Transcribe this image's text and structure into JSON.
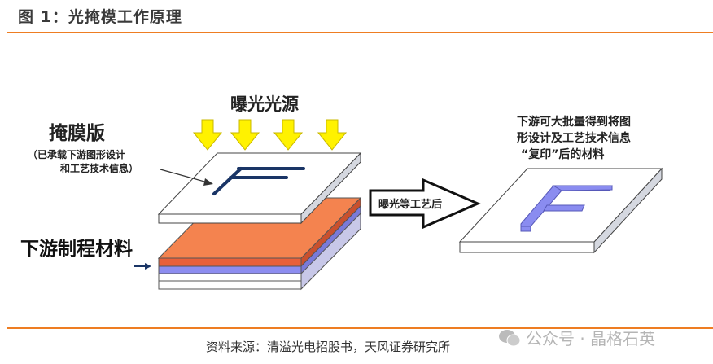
{
  "title": "图 1：光掩模工作原理",
  "diagram": {
    "light_source": "曝光光源",
    "mask_label": "掩膜版",
    "mask_note_line1": "（已承载下游图形设计",
    "mask_note_line2": "和工艺技术信息）",
    "material_label": "下游制程材料",
    "process_arrow": "曝光等工艺后",
    "result_line1": "下游可大批量得到将图",
    "result_line2": "形设计及工艺技术信息",
    "result_line3": "“复印”后的材料",
    "colors": {
      "arrow_yellow": "#fff200",
      "orange_layer": "#f47c4f",
      "blue_layer": "#8d8df0",
      "pattern_navy": "#1a3566",
      "relief_blue": "#8a8cf0"
    }
  },
  "source": "资料来源：清溢光电招股书，天风证券研究所",
  "watermark": "公众号 · 晶格石英"
}
